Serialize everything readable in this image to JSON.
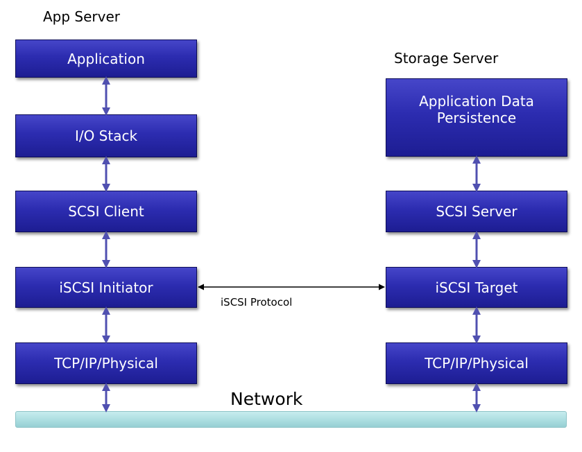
{
  "app_server": {
    "label": "App Server",
    "layers": [
      "Application",
      "I/O Stack",
      "SCSI Client",
      "iSCSI Initiator",
      "TCP/IP/Physical"
    ]
  },
  "storage_server": {
    "label": "Storage Server",
    "layers": [
      "Application Data\nPersistence",
      "SCSI Server",
      "iSCSI Target",
      "TCP/IP/Physical"
    ]
  },
  "protocol": {
    "label": "iSCSI Protocol"
  },
  "network": {
    "label": "Network"
  },
  "colors": {
    "box_fill": "#2c2cb0",
    "arrow": "#5050b0",
    "network_bar": "#a9dcdf"
  }
}
